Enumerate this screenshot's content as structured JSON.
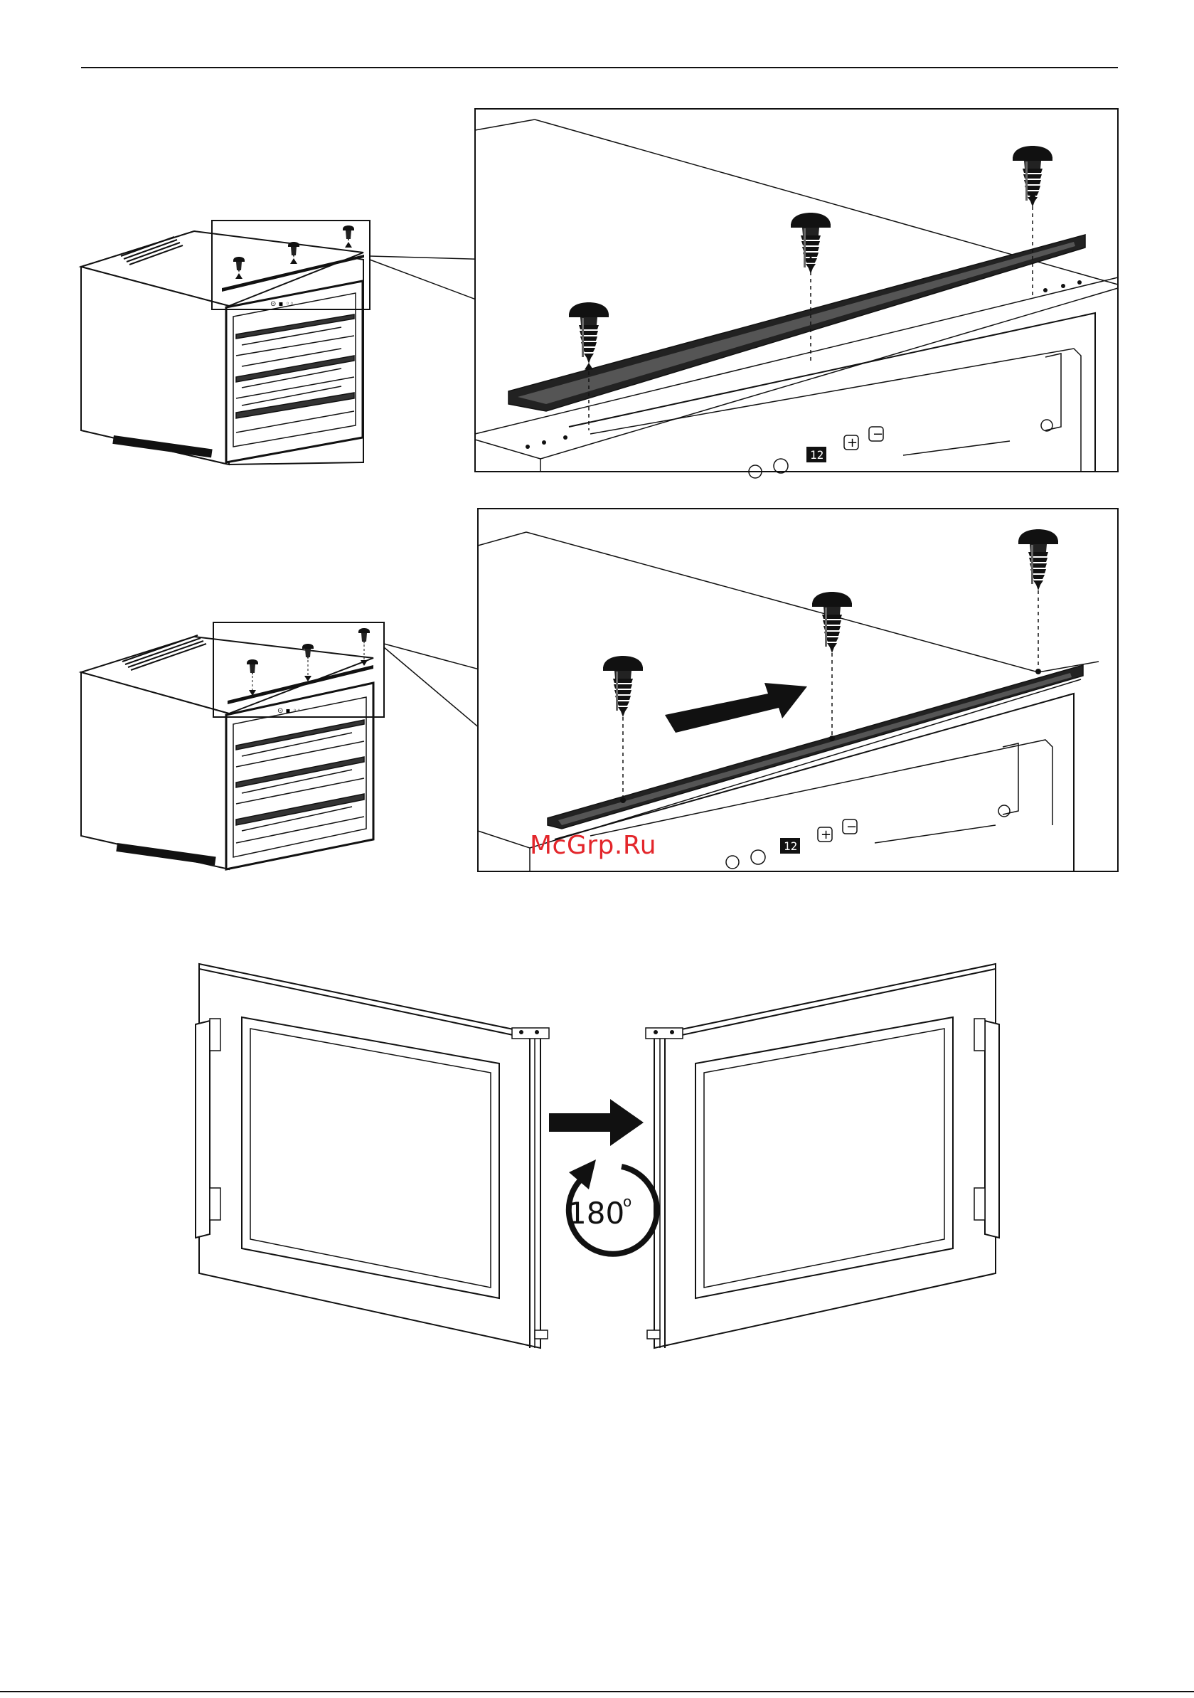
{
  "page": {
    "watermark": "McGrp.Ru"
  },
  "illustration_1": {
    "display_value": "12"
  },
  "illustration_2": {
    "display_value": "12"
  },
  "door_rotation": {
    "angle_number": "180",
    "angle_unit": "o"
  },
  "icons": {
    "screw": "screw-icon",
    "push_arrow": "arrow-right-icon",
    "rotate": "rotate-180-icon",
    "plus": "plus-icon",
    "minus": "minus-icon",
    "power": "power-icon",
    "light": "light-icon"
  }
}
